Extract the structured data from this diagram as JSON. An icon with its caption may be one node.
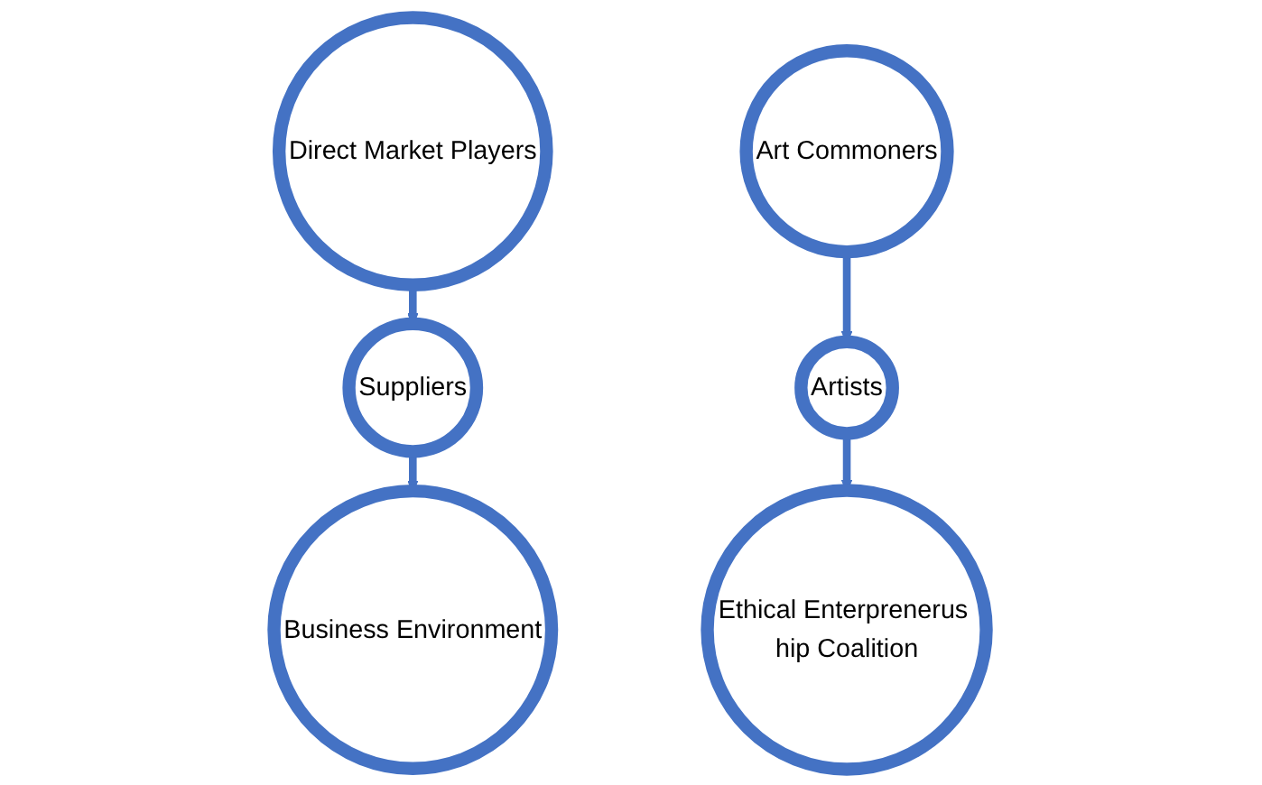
{
  "diagram": {
    "nodes": [
      {
        "text": [
          "Direct Market Players"
        ]
      },
      {
        "text": [
          "Suppliers"
        ]
      },
      {
        "text": [
          "Business Environment"
        ]
      },
      {
        "text": [
          "Art Commoners"
        ]
      },
      {
        "text": [
          "Artists"
        ]
      },
      {
        "text": [
          "Ethical Enterprenerus hip Coalition"
        ]
      }
    ],
    "edges": [
      {
        "from": 0,
        "to": 1,
        "arrow": "to"
      },
      {
        "from": 1,
        "to": 2,
        "arrow": "to"
      },
      {
        "from": 3,
        "to": 4,
        "arrow": "to"
      },
      {
        "from": 4,
        "to": 5,
        "arrow": "to"
      }
    ]
  }
}
